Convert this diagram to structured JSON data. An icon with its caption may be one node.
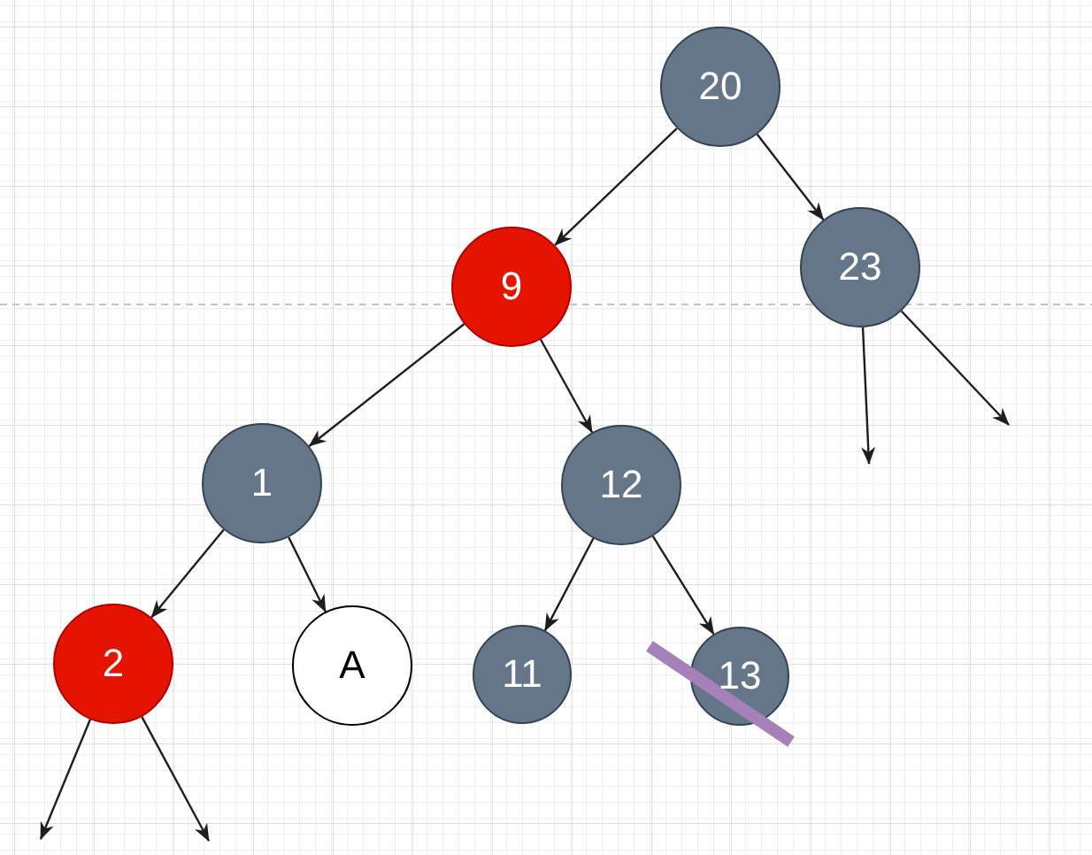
{
  "diagram": {
    "nodes": [
      {
        "text": [
          "20"
        ]
      },
      {
        "text": [
          "9"
        ]
      },
      {
        "text": [
          "23"
        ]
      },
      {
        "text": [
          "1"
        ]
      },
      {
        "text": [
          "12"
        ]
      },
      {
        "text": [
          "2"
        ]
      },
      {
        "text": [
          "A"
        ]
      },
      {
        "text": [
          "11"
        ]
      },
      {
        "text": [
          "13"
        ]
      }
    ],
    "edges": [
      {
        "from": 0,
        "to": 1,
        "arrow": "to"
      },
      {
        "from": 0,
        "to": 2,
        "arrow": "to"
      },
      {
        "from": 1,
        "to": 3,
        "arrow": "to"
      },
      {
        "from": 1,
        "to": 4,
        "arrow": "to"
      },
      {
        "from": 2,
        "to": null,
        "arrow": "to"
      },
      {
        "from": 2,
        "to": null,
        "arrow": "to"
      },
      {
        "from": 3,
        "to": 5,
        "arrow": "to"
      },
      {
        "from": 3,
        "to": 6,
        "arrow": "to"
      },
      {
        "from": 4,
        "to": 7,
        "arrow": "to"
      },
      {
        "from": 4,
        "to": 8,
        "arrow": "to"
      },
      {
        "from": 5,
        "to": null,
        "arrow": "to"
      },
      {
        "from": 5,
        "to": null,
        "arrow": "to"
      }
    ]
  }
}
